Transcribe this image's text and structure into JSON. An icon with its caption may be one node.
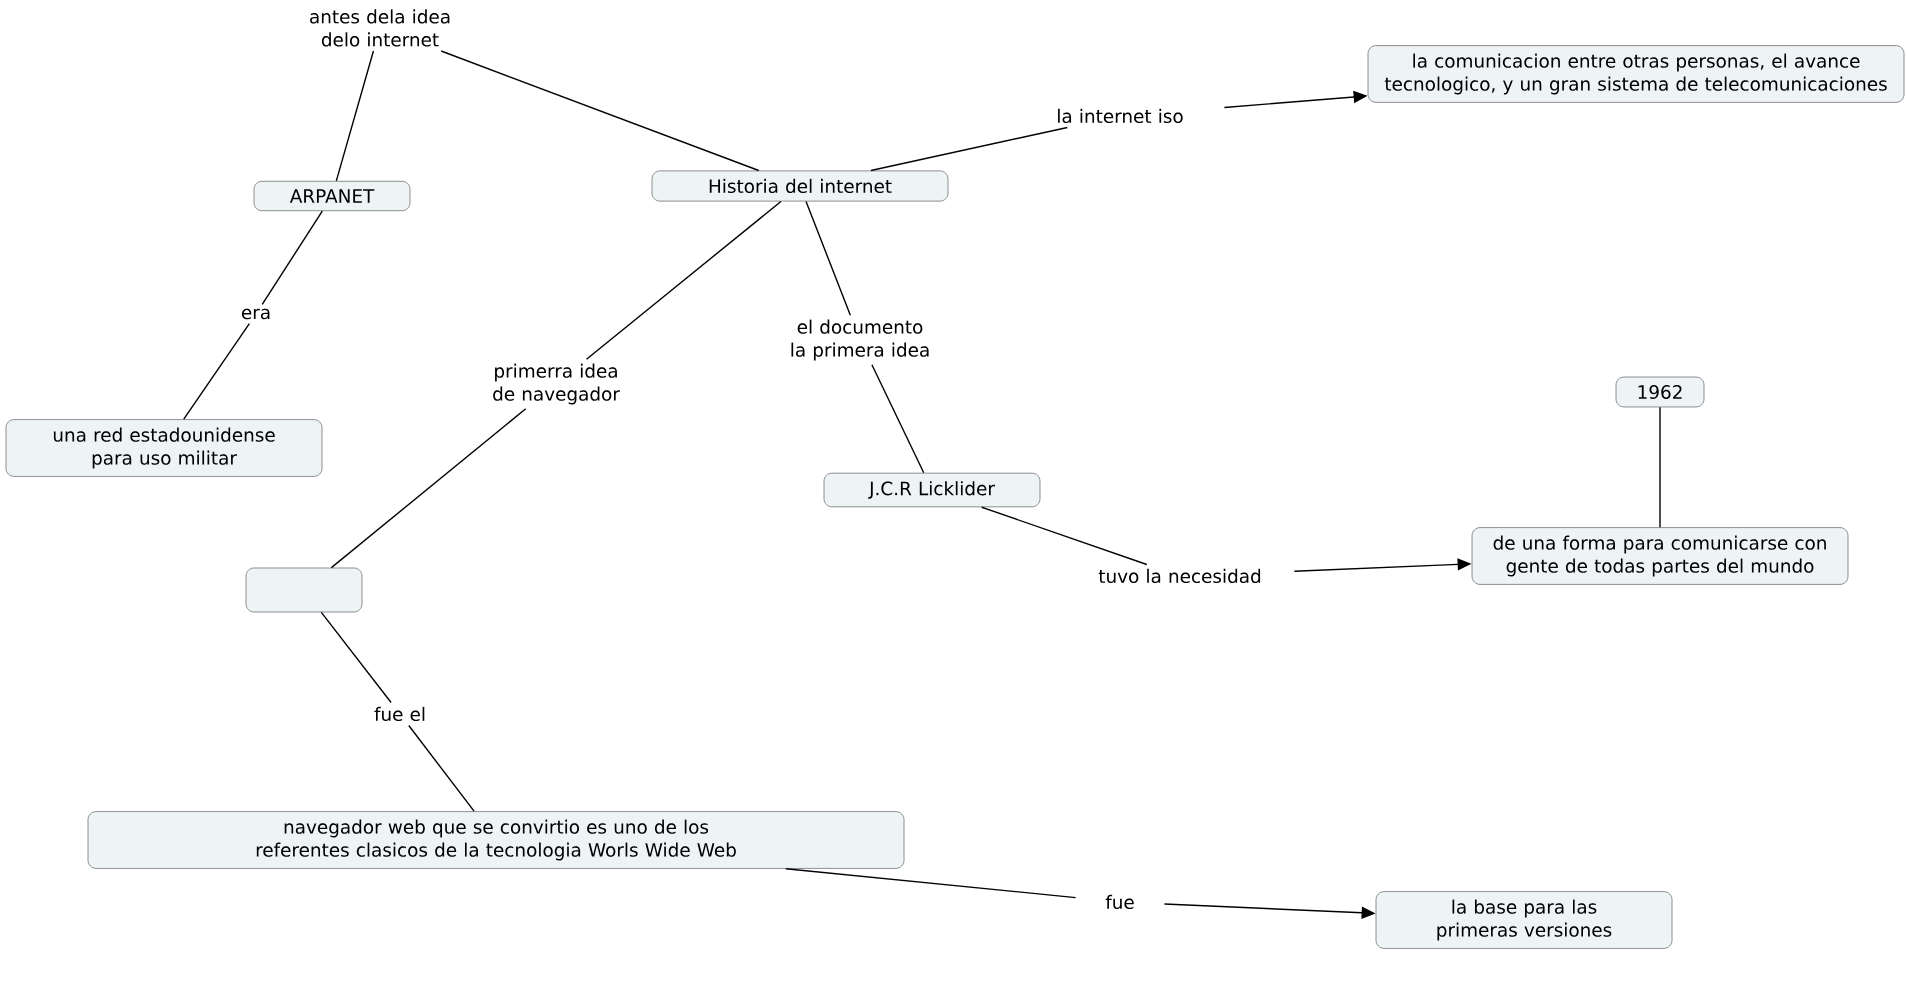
{
  "diagram": {
    "nodes": [
      {
        "text": [
          "Historia del internet"
        ]
      },
      {
        "text": [
          "antes dela idea delo internet"
        ]
      },
      {
        "text": [
          "ARPANET"
        ]
      },
      {
        "text": [
          "era"
        ]
      },
      {
        "text": [
          "una red estadounidense para uso militar"
        ]
      },
      {
        "text": [
          "la internet iso"
        ]
      },
      {
        "text": [
          "la comunicacion entre otras personas, el avance tecnologico, y un gran sistema de telecomunicaciones"
        ]
      },
      {
        "text": [
          "primerra idea de navegador"
        ]
      },
      {
        "text": [],
        "shape": "box"
      },
      {
        "text": [
          "el documento la primera idea"
        ]
      },
      {
        "text": [
          "J.C.R Licklider"
        ]
      },
      {
        "text": [
          "tuvo la necesidad"
        ]
      },
      {
        "text": [
          "1962"
        ]
      },
      {
        "text": [
          "de una forma para comunicarse con gente de todas partes del mundo"
        ]
      },
      {
        "text": [
          "fue el"
        ]
      },
      {
        "text": [
          "navegador web que se convirtio es uno de los referentes clasicos de la tecnologia Worls Wide Web"
        ]
      },
      {
        "text": [
          "fue"
        ]
      },
      {
        "text": [
          "la base para las primeras versiones"
        ]
      }
    ],
    "edges": [
      {
        "from": 0,
        "to": 1,
        "arrow": "none"
      },
      {
        "from": 1,
        "to": 2,
        "arrow": "none"
      },
      {
        "from": 2,
        "to": 3,
        "arrow": "none"
      },
      {
        "from": 3,
        "to": 4,
        "arrow": "none"
      },
      {
        "from": 0,
        "to": 5,
        "arrow": "none"
      },
      {
        "from": 5,
        "to": 6,
        "arrow": "to"
      },
      {
        "from": 0,
        "to": 7,
        "arrow": "none"
      },
      {
        "from": 7,
        "to": 8,
        "arrow": "none"
      },
      {
        "from": 0,
        "to": 9,
        "arrow": "none"
      },
      {
        "from": 9,
        "to": 10,
        "arrow": "none"
      },
      {
        "from": 10,
        "to": 11,
        "arrow": "none"
      },
      {
        "from": 11,
        "to": 13,
        "arrow": "to"
      },
      {
        "from": 12,
        "to": 13,
        "arrow": "none"
      },
      {
        "from": 8,
        "to": 14,
        "arrow": "none"
      },
      {
        "from": 14,
        "to": 15,
        "arrow": "none"
      },
      {
        "from": 15,
        "to": 16,
        "arrow": "none"
      },
      {
        "from": 16,
        "to": 17,
        "arrow": "to"
      }
    ]
  }
}
